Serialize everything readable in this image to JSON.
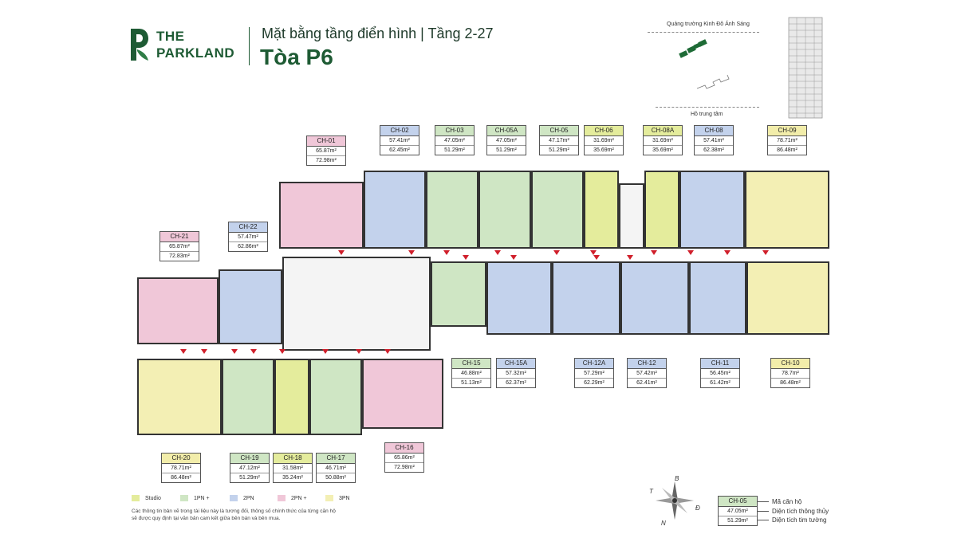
{
  "header": {
    "logo_line1": "THE",
    "logo_line2": "PARKLAND",
    "subtitle": "Mặt bằng tầng điển hình | Tầng 2-27",
    "title": "Tòa P6"
  },
  "location": {
    "top_label": "Quảng trường Kinh Đô Ánh Sáng",
    "bottom_label": "Hồ trung tâm"
  },
  "colors": {
    "studio": "#e4ec9c",
    "1pn_plus": "#cfe6c4",
    "2pn": "#c3d2ec",
    "2pn_plus": "#f0c7d8",
    "3pn": "#f3efb4",
    "door_marker": "#d01f2b",
    "brand": "#1e5b34"
  },
  "units": [
    {
      "code": "CH-01",
      "a1": "65.87m²",
      "a2": "72.98m²",
      "type": "pink"
    },
    {
      "code": "CH-02",
      "a1": "57.41m²",
      "a2": "62.45m²",
      "type": "blue"
    },
    {
      "code": "CH-03",
      "a1": "47.05m²",
      "a2": "51.29m²",
      "type": "green"
    },
    {
      "code": "CH-05A",
      "a1": "47.05m²",
      "a2": "51.29m²",
      "type": "green"
    },
    {
      "code": "CH-05",
      "a1": "47.17m²",
      "a2": "51.29m²",
      "type": "green"
    },
    {
      "code": "CH-06",
      "a1": "31.69m²",
      "a2": "35.69m²",
      "type": "studio"
    },
    {
      "code": "CH-08A",
      "a1": "31.69m²",
      "a2": "35.69m²",
      "type": "studio"
    },
    {
      "code": "CH-08",
      "a1": "57.41m²",
      "a2": "62.38m²",
      "type": "blue"
    },
    {
      "code": "CH-09",
      "a1": "78.71m²",
      "a2": "86.48m²",
      "type": "yellow"
    },
    {
      "code": "CH-21",
      "a1": "65.87m²",
      "a2": "72.83m²",
      "type": "pink"
    },
    {
      "code": "CH-22",
      "a1": "57.47m²",
      "a2": "62.86m²",
      "type": "blue"
    },
    {
      "code": "CH-15",
      "a1": "46.88m²",
      "a2": "51.13m²",
      "type": "green"
    },
    {
      "code": "CH-15A",
      "a1": "57.32m²",
      "a2": "62.37m²",
      "type": "blue"
    },
    {
      "code": "CH-12A",
      "a1": "57.29m²",
      "a2": "62.29m²",
      "type": "blue"
    },
    {
      "code": "CH-12",
      "a1": "57.42m²",
      "a2": "62.41m²",
      "type": "blue"
    },
    {
      "code": "CH-11",
      "a1": "56.45m²",
      "a2": "61.42m²",
      "type": "blue"
    },
    {
      "code": "CH-10",
      "a1": "78.7m²",
      "a2": "86.48m²",
      "type": "yellow"
    },
    {
      "code": "CH-16",
      "a1": "65.86m²",
      "a2": "72.98m²",
      "type": "pink"
    },
    {
      "code": "CH-20",
      "a1": "78.71m²",
      "a2": "86.48m²",
      "type": "yellow"
    },
    {
      "code": "CH-19",
      "a1": "47.12m²",
      "a2": "51.29m²",
      "type": "green"
    },
    {
      "code": "CH-18",
      "a1": "31.58m²",
      "a2": "35.24m²",
      "type": "studio"
    },
    {
      "code": "CH-17",
      "a1": "46.71m²",
      "a2": "50.88m²",
      "type": "green"
    }
  ],
  "legend": {
    "items": [
      {
        "label": "Studio",
        "color": "#e4ec9c"
      },
      {
        "label": "1PN +",
        "color": "#cfe6c4"
      },
      {
        "label": "2PN",
        "color": "#c3d2ec"
      },
      {
        "label": "2PN +",
        "color": "#f0c7d8"
      },
      {
        "label": "3PN",
        "color": "#f3efb4"
      }
    ],
    "note": "Các thông tin bản vẽ trong tài liệu này là tương đối, thông số chính thức của từng căn hộ sẽ được quy định tại văn bản cam kết giữa bên bán và bên mua."
  },
  "compass": {
    "b": "B",
    "t": "T",
    "d": "Đ",
    "n": "N"
  },
  "key": {
    "code": "CH-05",
    "a1": "47.05m²",
    "a2": "51.29m²",
    "code_label": "Mã căn hộ",
    "a1_label": "Diện tích thông thủy",
    "a2_label": "Diện tích tim tường"
  }
}
